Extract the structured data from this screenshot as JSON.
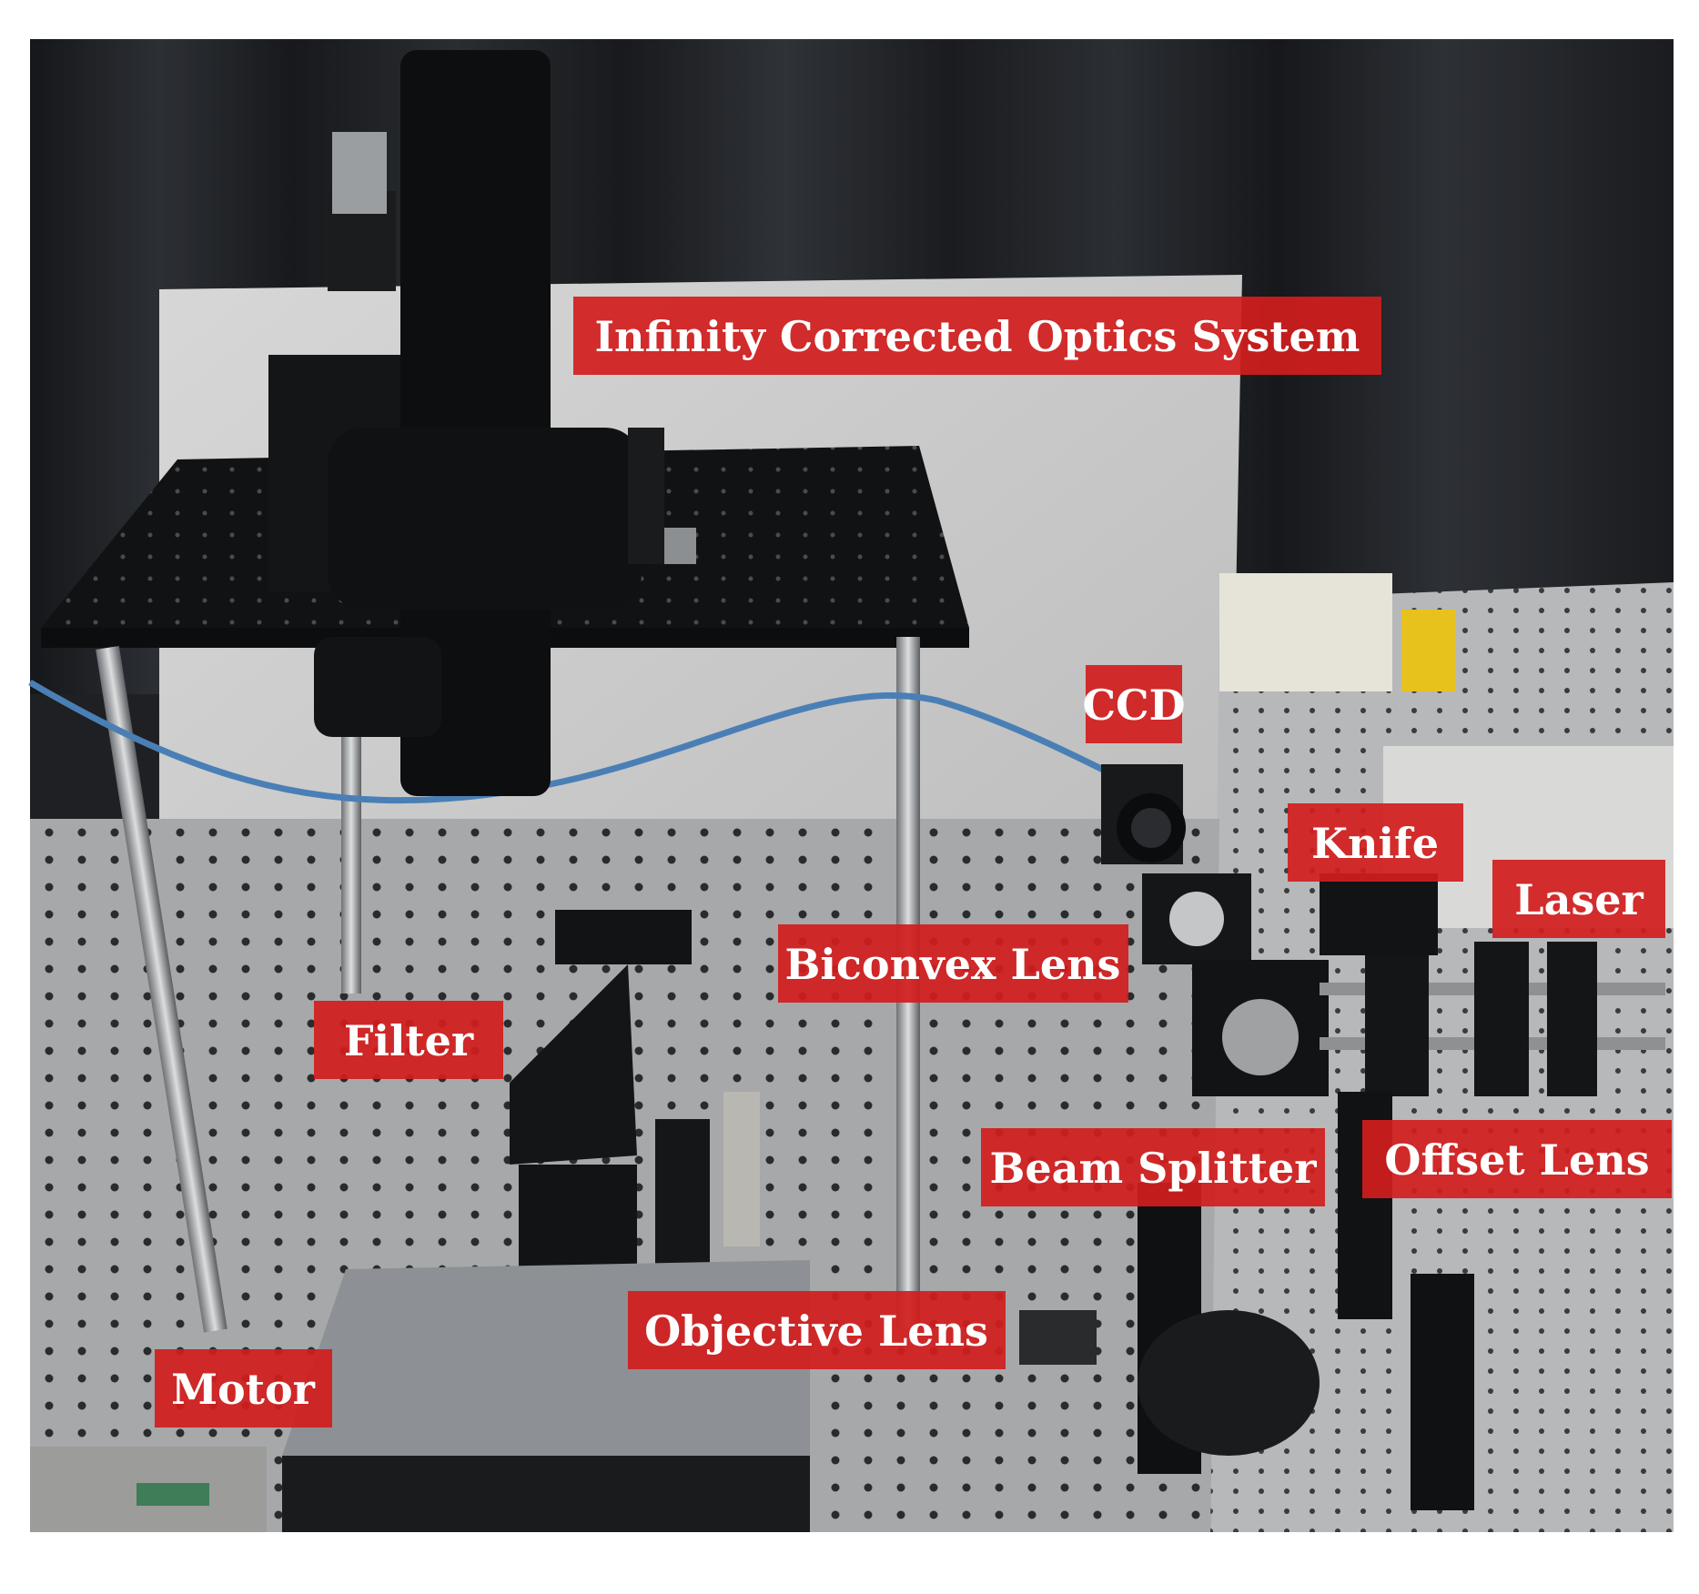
{
  "labels": {
    "infinity_corrected_optics_system": "Infinity Corrected Optics System",
    "ccd": "CCD",
    "knife": "Knife",
    "laser": "Laser",
    "biconvex_lens": "Biconvex Lens",
    "filter": "Filter",
    "beam_splitter": "Beam Splitter",
    "offset_lens": "Offset Lens",
    "objective_lens": "Objective Lens",
    "motor": "Motor"
  },
  "colors": {
    "label_background": "#d11d1d",
    "label_text": "#ffffff",
    "curtain": "#1f2125",
    "panel": "#cfcfcf",
    "table_surface": "#a8a9aa",
    "hardware_black": "#0e0f10",
    "cable_blue": "#4a7fb6"
  }
}
